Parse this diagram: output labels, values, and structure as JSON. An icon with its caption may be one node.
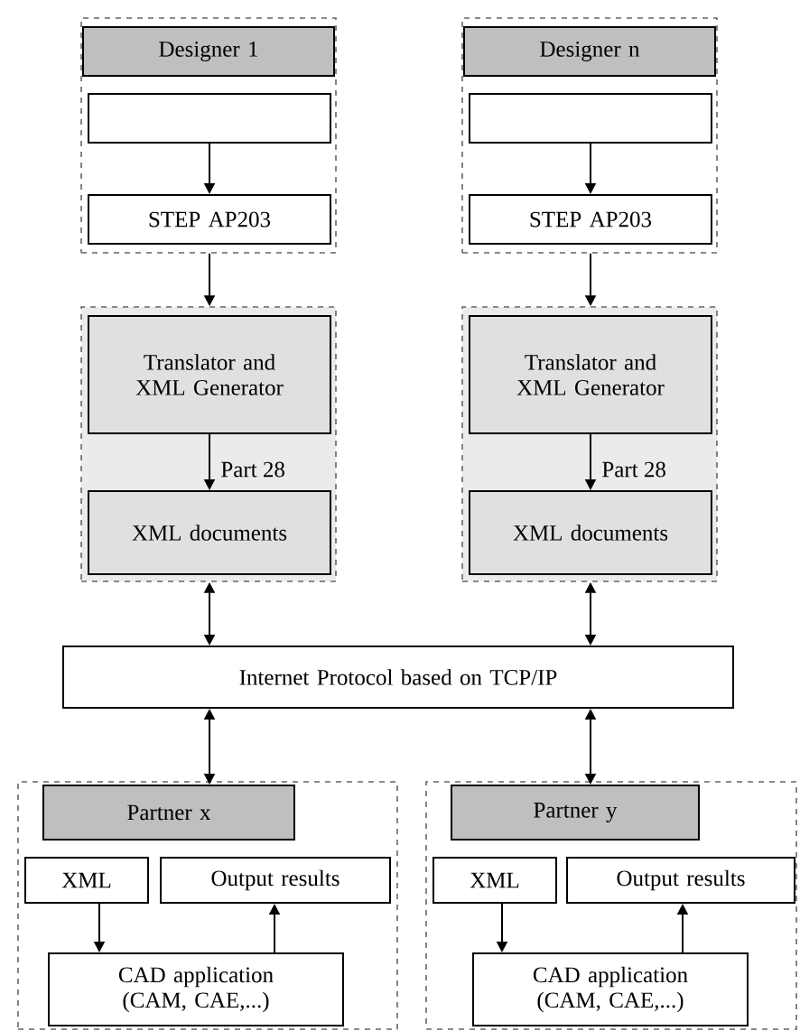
{
  "diagram": {
    "nodes": [
      {
        "text": [],
        "shape": "box"
      },
      {
        "text": [
          "Designer 1"
        ],
        "in": 0
      },
      {
        "text": [],
        "shape": "box",
        "in": 0
      },
      {
        "text": [
          "STEP AP203"
        ],
        "in": 0
      },
      {
        "text": [],
        "shape": "box"
      },
      {
        "text": [
          "Translator and XML Generator"
        ],
        "in": 4
      },
      {
        "text": [
          "XML documents"
        ],
        "in": 4
      },
      {
        "text": [],
        "shape": "box"
      },
      {
        "text": [
          "Designer n"
        ],
        "in": 7
      },
      {
        "text": [],
        "shape": "box",
        "in": 7
      },
      {
        "text": [
          "STEP AP203"
        ],
        "in": 7
      },
      {
        "text": [],
        "shape": "box"
      },
      {
        "text": [
          "Translator and XML Generator"
        ],
        "in": 11
      },
      {
        "text": [
          "XML documents"
        ],
        "in": 11
      },
      {
        "text": [
          "Internet Protocol based on TCP/IP"
        ]
      },
      {
        "text": [],
        "shape": "box"
      },
      {
        "text": [
          "Partner x"
        ],
        "in": 15
      },
      {
        "text": [
          "XML"
        ],
        "in": 15
      },
      {
        "text": [
          "Output results"
        ],
        "in": 15
      },
      {
        "text": [
          "CAD application (CAM, CAE,...)"
        ],
        "in": 15
      },
      {
        "text": [],
        "shape": "box"
      },
      {
        "text": [
          "Partner y"
        ],
        "in": 20
      },
      {
        "text": [
          "XML"
        ],
        "in": 20
      },
      {
        "text": [
          "Output results"
        ],
        "in": 20
      },
      {
        "text": [
          "CAD application (CAM, CAE,...)"
        ],
        "in": 20
      }
    ],
    "edges": [
      {
        "from": 2,
        "to": 3,
        "arrow": "to"
      },
      {
        "from": 0,
        "to": 4,
        "arrow": "to"
      },
      {
        "from": 5,
        "to": 6,
        "arrow": "to",
        "label": "Part 28"
      },
      {
        "from": 9,
        "to": 10,
        "arrow": "to"
      },
      {
        "from": 7,
        "to": 11,
        "arrow": "to"
      },
      {
        "from": 12,
        "to": 13,
        "arrow": "to",
        "label": "Part 28"
      },
      {
        "from": 4,
        "to": 14,
        "arrow": "both"
      },
      {
        "from": 11,
        "to": 14,
        "arrow": "both"
      },
      {
        "from": 14,
        "to": 16,
        "arrow": "both"
      },
      {
        "from": 14,
        "to": 21,
        "arrow": "both"
      },
      {
        "from": 17,
        "to": 19,
        "arrow": "to"
      },
      {
        "from": 19,
        "to": 18,
        "arrow": "to"
      },
      {
        "from": 22,
        "to": 24,
        "arrow": "to"
      },
      {
        "from": 24,
        "to": 23,
        "arrow": "to"
      }
    ]
  }
}
